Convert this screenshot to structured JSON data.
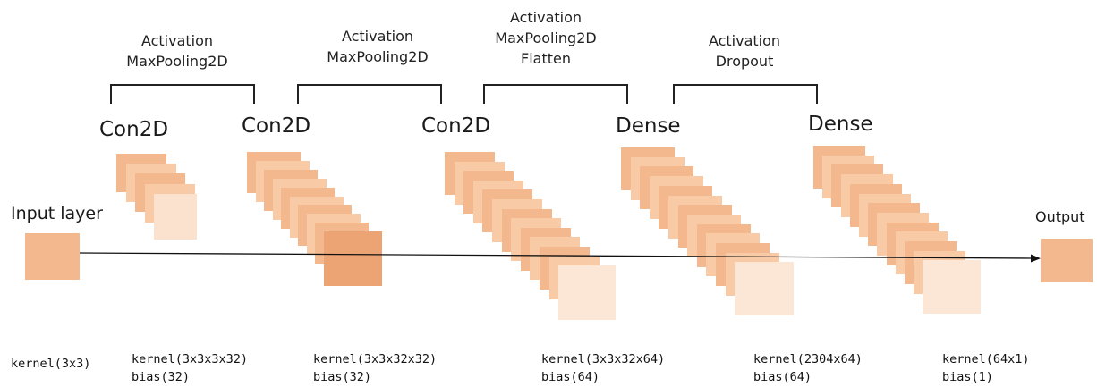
{
  "input": {
    "label": "Input layer",
    "param": "kernel(3x3)",
    "color": "#f4b88e"
  },
  "output": {
    "label": "Output",
    "color": "#f4b88e"
  },
  "layers": [
    {
      "title": "Con2D",
      "plates": 5,
      "front_color": "#fbe2cf",
      "params": [
        "kernel(3x3x3x32)",
        "bias(32)"
      ]
    },
    {
      "title": "Con2D",
      "plates": 10,
      "front_color": "#eda475",
      "params": [
        "kernel(3x3x32x32)",
        "bias(32)"
      ]
    },
    {
      "title": "Con2D",
      "plates": 13,
      "front_color": "#fce7d7",
      "params": [
        "kernel(3x3x32x64)",
        "bias(64)"
      ]
    },
    {
      "title": "Dense",
      "plates": 13,
      "front_color": "#fce7d7",
      "params": [
        "kernel(2304x64)",
        "bias(64)"
      ]
    },
    {
      "title": "Dense",
      "plates": 13,
      "front_color": "#fce7d7",
      "params": [
        "kernel(64x1)",
        "bias(1)"
      ]
    }
  ],
  "groups": [
    {
      "lines": [
        "Activation",
        "MaxPooling2D"
      ]
    },
    {
      "lines": [
        "Activation",
        "MaxPooling2D"
      ]
    },
    {
      "lines": [
        "Activation",
        "MaxPooling2D",
        "Flatten"
      ]
    },
    {
      "lines": [
        "Activation",
        "Dropout"
      ]
    }
  ],
  "colors": {
    "plate": "#f4b88e",
    "plate_light": "#f9caa6",
    "arrow": "#111111"
  }
}
